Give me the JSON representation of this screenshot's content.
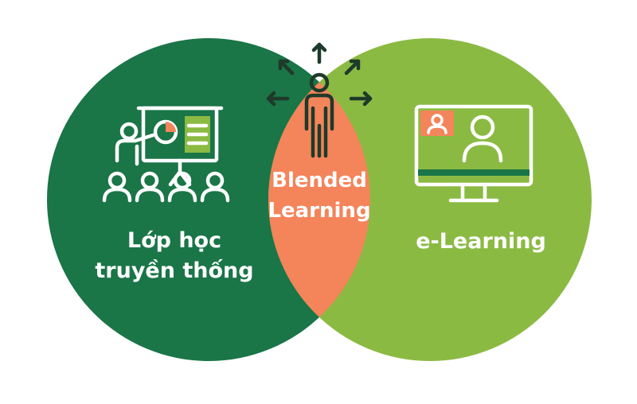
{
  "diagram": {
    "left_circle": {
      "label_line1": "Lớp học",
      "label_line2": "truyền thống",
      "color": "#1a7547",
      "icon": "classroom-presentation-icon"
    },
    "right_circle": {
      "label": "e-Learning",
      "color": "#8bba43",
      "icon": "computer-video-call-icon"
    },
    "overlap": {
      "label_line1": "Blended",
      "label_line2": "Learning",
      "color": "#f4845a",
      "icon": "person-arrows-icon"
    }
  }
}
